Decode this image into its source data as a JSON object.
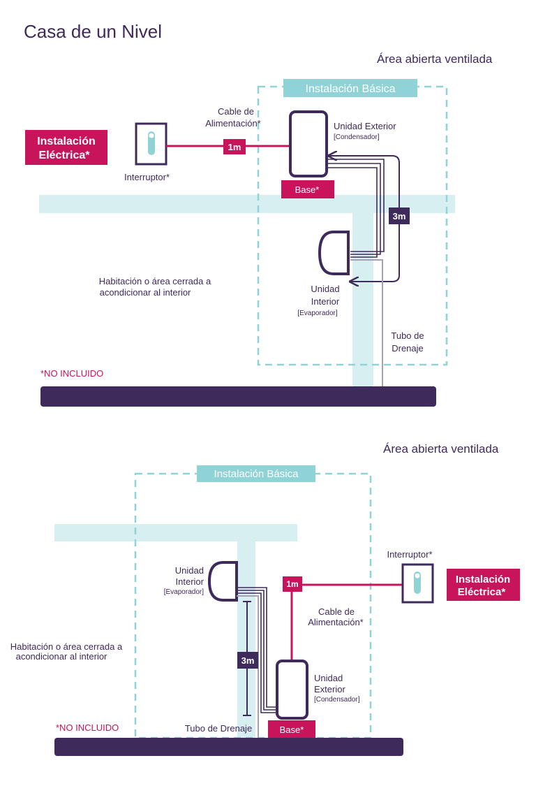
{
  "title": "Casa de un Nivel",
  "colors": {
    "purple": "#3f2a5c",
    "magenta": "#c8145a",
    "light_blue": "#d7eff1",
    "teal": "#8fd3d6",
    "pipe_gray": "#a7a0b3"
  },
  "diagram1": {
    "area_label": "Área abierta ventilada",
    "installation_label": "Instalación Básica",
    "electrical": [
      "Instalación",
      "Eléctrica*"
    ],
    "switch_label": "Interruptor*",
    "cable_label": [
      "Cable de",
      "Alimentación*"
    ],
    "cable_length": "1m",
    "outdoor_unit": [
      "Unidad Exterior",
      "[Condensador]"
    ],
    "base_label": "Base*",
    "pipe_length": "3m",
    "indoor_unit": [
      "Unidad",
      "Interior",
      "[Evaporador]"
    ],
    "room_label": [
      "Habitación o área cerrada a",
      "acondicionar al interior"
    ],
    "drain_label": [
      "Tubo de",
      "Drenaje"
    ],
    "not_included": "*NO INCLUIDO"
  },
  "diagram2": {
    "area_label": "Área abierta ventilada",
    "installation_label": "Instalación Básica",
    "electrical": [
      "Instalación",
      "Eléctrica*"
    ],
    "switch_label": "Interruptor*",
    "cable_label": [
      "Cable de",
      "Alimentación*"
    ],
    "cable_length": "1m",
    "outdoor_unit": [
      "Unidad",
      "Exterior",
      "[Condensador]"
    ],
    "base_label": "Base*",
    "pipe_length": "3m",
    "indoor_unit": [
      "Unidad",
      "Interior",
      "[Evaporador]"
    ],
    "room_label": [
      "Habitación o área cerrada a",
      "acondicionar al interior"
    ],
    "drain_label": "Tubo de Drenaje",
    "not_included": "*NO INCLUIDO"
  }
}
